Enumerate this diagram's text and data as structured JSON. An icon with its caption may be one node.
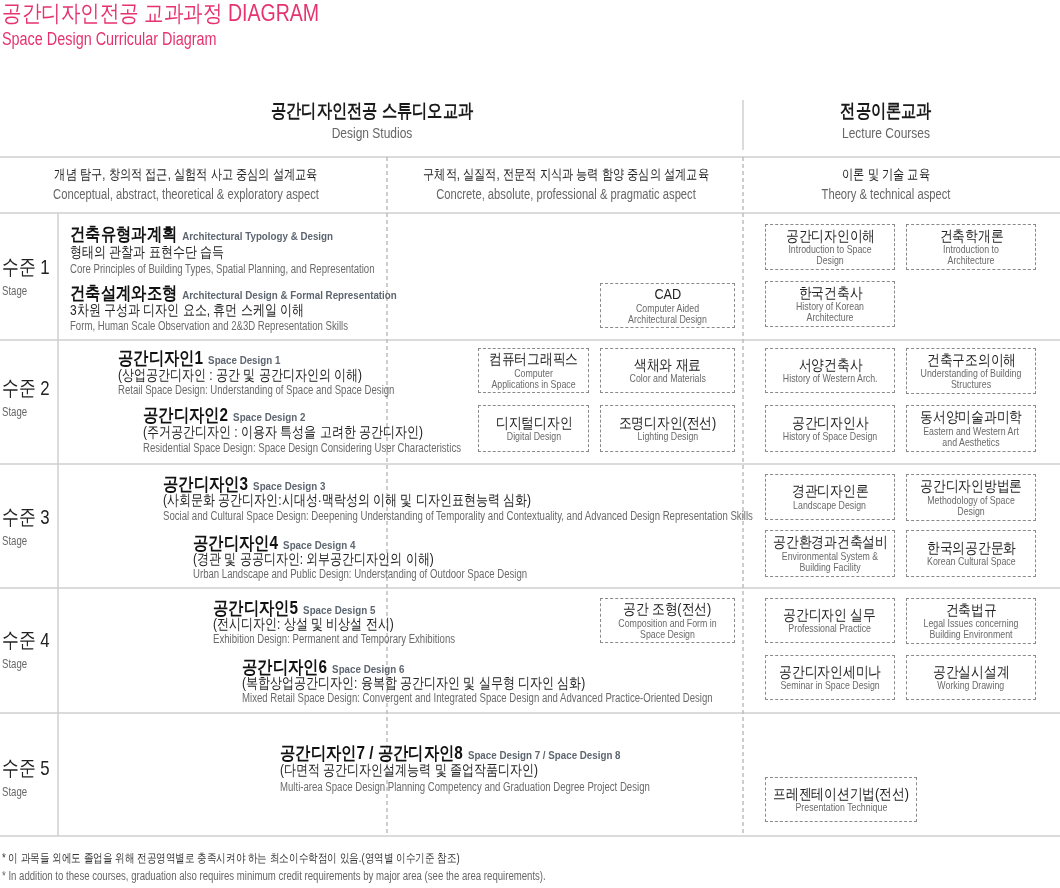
{
  "diagram": {
    "title": "공간디자인전공 교과과정 DIAGRAM",
    "nodes": [
      {
        "text": [
          "CAD",
          "Computer Aided Architectural Design"
        ]
      },
      {
        "text": [
          "공간디자인이해",
          "Introduction to Space Design"
        ]
      },
      {
        "text": [
          "건축학개론",
          "Introduction to Architecture"
        ]
      },
      {
        "text": [
          "한국건축사",
          "History of Korean Architecture"
        ]
      },
      {
        "text": [
          "컴퓨터그래픽스",
          "Computer Applications in Space"
        ]
      },
      {
        "text": [
          "색채와 재료",
          "Color and Materials"
        ]
      },
      {
        "text": [
          "디지털디자인",
          "Digital Design"
        ]
      },
      {
        "text": [
          "조명디자인(전선)",
          "Lighting Design"
        ]
      },
      {
        "text": [
          "서양건축사",
          "History of Western Arch."
        ]
      },
      {
        "text": [
          "건축구조의이해",
          "Understanding of Building Structures"
        ]
      },
      {
        "text": [
          "공간디자인사",
          "History of Space Design"
        ]
      },
      {
        "text": [
          "동서양미술과미학",
          "Eastern and Western Art and Aesthetics"
        ]
      },
      {
        "text": [
          "경관디자인론",
          "Landscape Design"
        ]
      },
      {
        "text": [
          "공간디자인방법론",
          "Methodology of Space Design"
        ]
      },
      {
        "text": [
          "공간환경과건축설비",
          "Environmental System & Building Facility"
        ]
      },
      {
        "text": [
          "한국의공간문화",
          "Korean Cultural Space"
        ]
      },
      {
        "text": [
          "공간 조형(전선)",
          "Composition and Form in Space Design"
        ]
      },
      {
        "text": [
          "공간디자인 실무",
          "Professional Practice"
        ]
      },
      {
        "text": [
          "건축법규",
          "Legal Issues concerning Building Environment"
        ]
      },
      {
        "text": [
          "공간디자인세미나",
          "Seminar in Space Design"
        ]
      },
      {
        "text": [
          "공간실시설계",
          "Working Drawing"
        ]
      },
      {
        "text": [
          "프레젠테이션기법(전선)",
          "Presentation Technique"
        ]
      }
    ],
    "labels": [
      "Space Design Curricular Diagram",
      "공간디자인전공 스튜디오교과",
      "Design Studios",
      "전공이론교과",
      "Lecture Courses",
      "개념 탐구, 창의적 접근, 실험적 사고 중심의 설계교육",
      "Conceptual, abstract, theoretical & exploratory aspect",
      "구체적, 실질적, 전문적 지식과 능력 함양 중심의 설계교육",
      "Concrete, absolute, professional & pragmatic aspect",
      "이론 및 기술 교육",
      "Theory & technical aspect",
      "수준 1",
      "Stage",
      "건축유형과계획",
      "Architectural Typology & Design",
      "형태의 관찰과 표현수단 습득",
      "Core Principles of Building Types, Spatial Planning, and Representation",
      "건축설계와조형",
      "Architectural Design & Formal Representation",
      "3차원 구성과 디자인 요소, 휴먼 스케일 이해",
      "Form, Human Scale Observation and 2&3D Representation Skills",
      "수준 2",
      "Stage",
      "공간디자인1",
      "Space Design 1",
      "(상업공간디자인 : 공간 및 공간디자인의 이해)",
      "Retail Space Design: Understanding of Space and Space Design",
      "공간디자인2",
      "Space Design 2",
      "(주거공간디자인 : 이용자 특성을 고려한 공간디자인)",
      "Residential Space Design: Space Design Considering User Characteristics",
      "수준 3",
      "Stage",
      "공간디자인3",
      "Space Design 3",
      "(사회문화 공간디자인:시대성·맥락성의 이해 및 디자인표현능력 심화)",
      "Social and Cultural Space Design: Deepening Understanding of Temporality and Contextuality, and Advanced Design Representation Skills",
      "공간디자인4",
      "Space Design 4",
      "(경관 및 공공디자인: 외부공간디자인의 이해)",
      "Urban Landscape and Public Design: Understanding of Outdoor Space Design",
      "수준 4",
      "Stage",
      "공간디자인5",
      "Space Design 5",
      "(전시디자인: 상설 및 비상설 전시)",
      "Exhibition Design: Permanent and Temporary Exhibitions",
      "공간디자인6",
      "Space Design 6",
      "(복합상업공간디자인: 융복합 공간디자인 및 실무형 디자인 심화)",
      "Mixed Retail Space Design: Convergent and Integrated Space Design and Advanced Practice-Oriented Design",
      "수준 5",
      "Stage",
      "공간디자인7 / 공간디자인8",
      "Space Design 7 / Space Design 8",
      "(다면적 공간디자인설계능력 및 졸업작품디자인)",
      "Multi-area Space Design Planning Competency and Graduation Degree Project Design",
      "* 이 과목들 외에도 졸업을 위해 전공영역별로 충족시켜야 하는 최소이수학점이 있음.(영역별 이수기준 참조)",
      "* In addition to these courses, graduation also requires minimum credit requirements by major area (see the area requirements)."
    ]
  }
}
